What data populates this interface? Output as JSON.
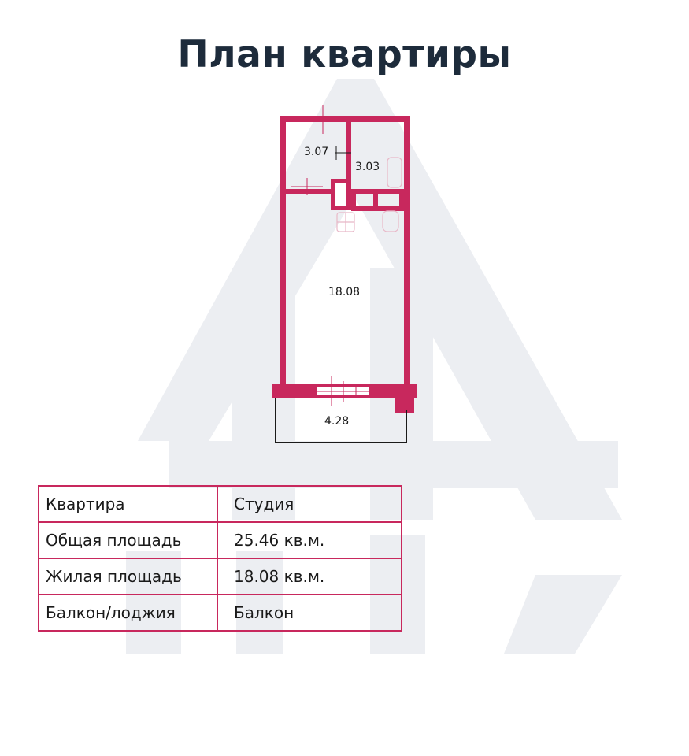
{
  "title": "План квартиры",
  "plan": {
    "rooms": [
      {
        "id": "bathroom",
        "area": "3.07"
      },
      {
        "id": "kitchen",
        "area": "3.03"
      },
      {
        "id": "living-room",
        "area": "18.08"
      },
      {
        "id": "balcony",
        "area": "4.28"
      }
    ]
  },
  "table": {
    "rows": [
      {
        "label": "Квартира",
        "value": "Студия"
      },
      {
        "label": "Общая площадь",
        "value": "25.46 кв.м."
      },
      {
        "label": "Жилая площадь",
        "value": "18.08 кв.м."
      },
      {
        "label": "Балкон/лоджия",
        "value": "Балкон"
      }
    ]
  },
  "colors": {
    "wall": "#c8285d",
    "title": "#1d2b3b",
    "watermark": "#e9ebef"
  }
}
